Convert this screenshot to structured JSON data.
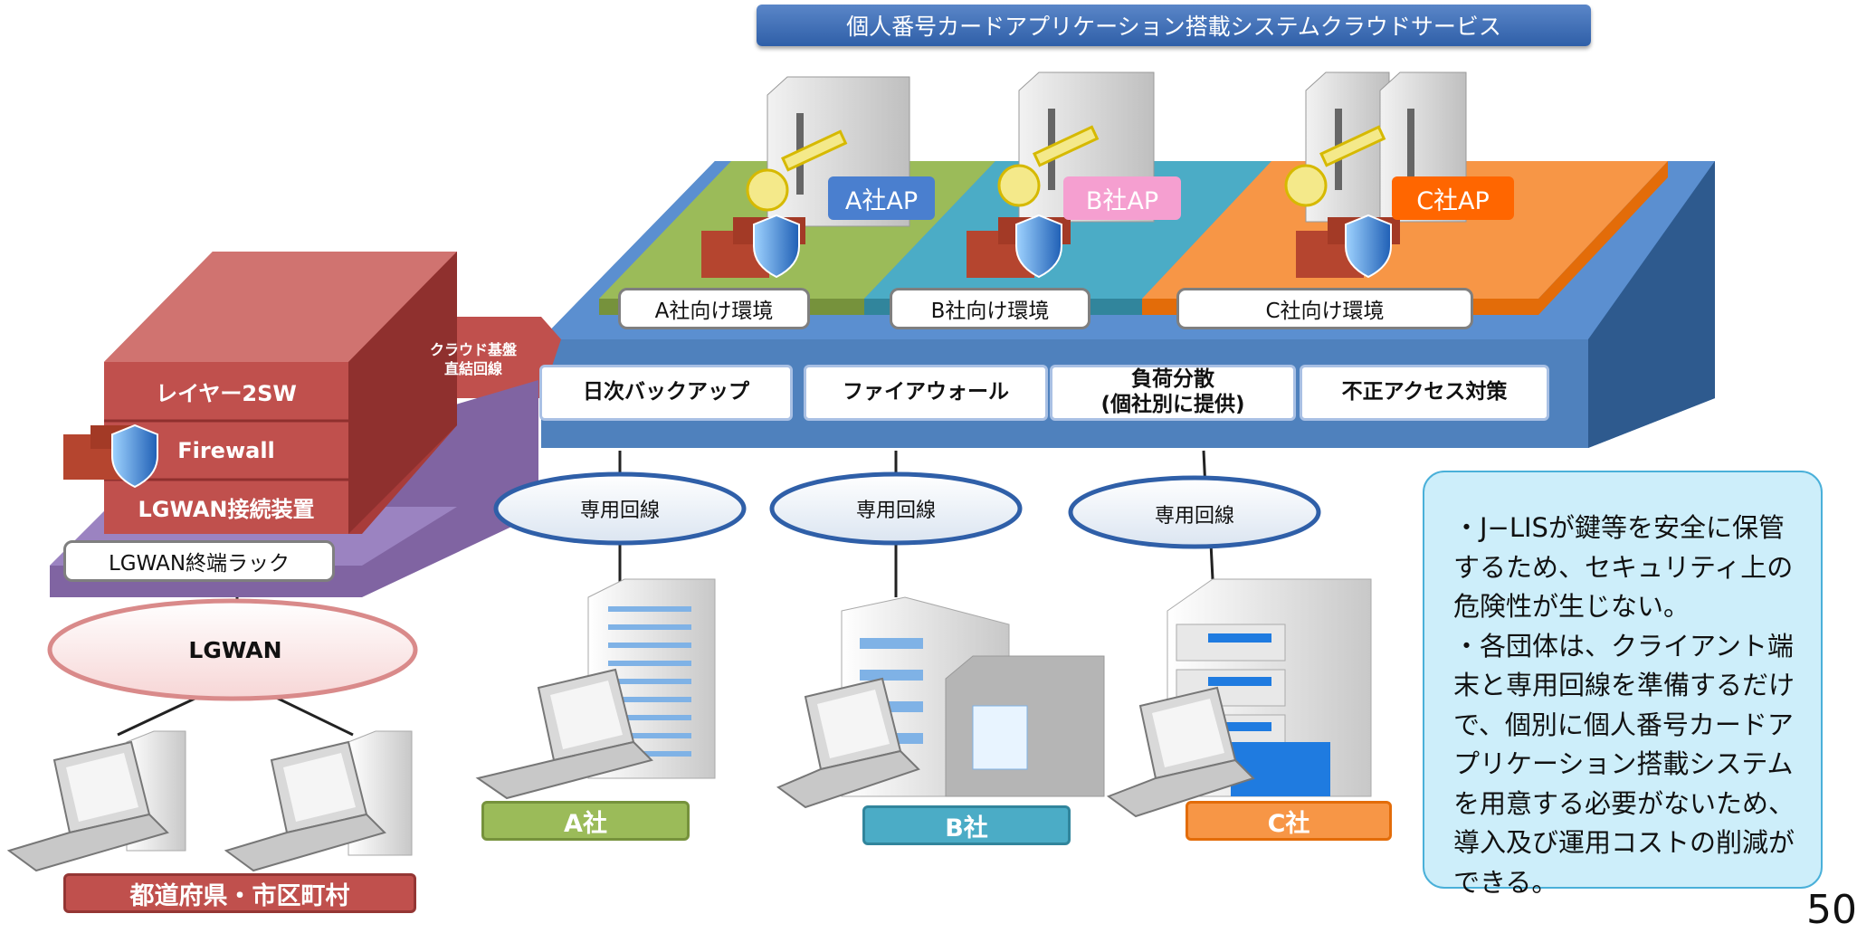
{
  "title": "個人番号カードアプリケーション搭載システムクラウドサービス",
  "cloud": {
    "environments": [
      "A社向け環境",
      "B社向け環境",
      "C社向け環境"
    ],
    "ap_labels": [
      "A社AP",
      "B社AP",
      "C社AP"
    ],
    "services": [
      "日次バックアップ",
      "ファイアウォール",
      "負荷分散\n(個社別に提供)",
      "不正アクセス対策"
    ]
  },
  "direct_line_label": "クラウド基盤\n直結回線",
  "lgwan_rack": {
    "layers": [
      "レイヤー2SW",
      "Firewall",
      "LGWAN接続装置"
    ],
    "rack_label": "LGWAN終端ラック",
    "network_label": "LGWAN",
    "org_label": "都道府県・市区町村"
  },
  "leased_lines": [
    "専用回線",
    "専用回線",
    "専用回線"
  ],
  "companies": [
    "A社",
    "B社",
    "C社"
  ],
  "note": {
    "lines": [
      "・J−LISが鍵等を安全に保管するため、セキュリティ上の危険性が生じない。",
      "・各団体は、クライアント端末と専用回線を準備するだけで、個別に個人番号カードアプリケーション搭載システムを用意する必要がないため、導入及び運用コストの削減ができる。"
    ]
  },
  "page_number": "50",
  "colors": {
    "platform_blue": "#4f81bd",
    "env_green": "#9bbb59",
    "env_teal": "#4bacc6",
    "env_orange": "#f79646",
    "rack_red": "#c0504d",
    "rack_purple": "#8064a2",
    "ap_a": "#4a7fcf",
    "ap_b": "#f59fd0",
    "ap_c": "#ff6600"
  }
}
